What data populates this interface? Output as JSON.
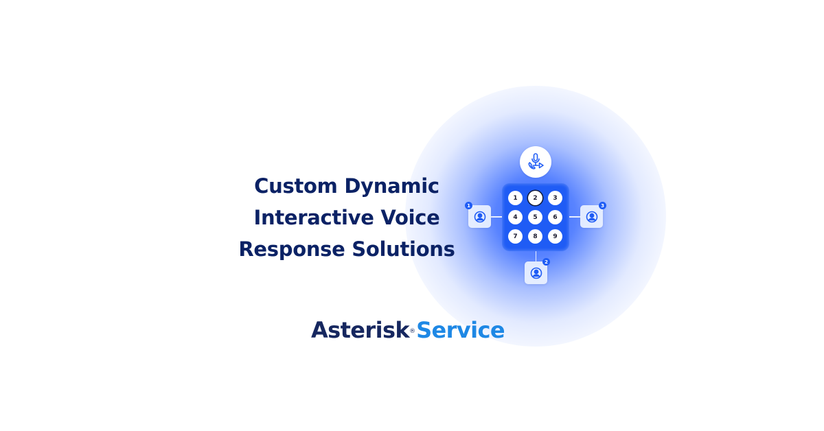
{
  "headline": {
    "lines": [
      "Custom Dynamic",
      "Interactive Voice",
      "Response Solutions"
    ],
    "color": "#0b2265"
  },
  "logo": {
    "part1": "Asterisk",
    "registered": "®",
    "part2": "Service",
    "colors": {
      "part1": "#16275f",
      "part2": "#1e88e5"
    }
  },
  "illustration": {
    "top_icon": "microphone-phone-play-icon",
    "keypad": {
      "keys": [
        "1",
        "2",
        "3",
        "4",
        "5",
        "6",
        "7",
        "8",
        "9"
      ],
      "active_key": "2",
      "color": "#1f5cf5"
    },
    "nodes": [
      {
        "position": "left",
        "badge": "1",
        "icon": "user-icon"
      },
      {
        "position": "bottom",
        "badge": "2",
        "icon": "user-icon"
      },
      {
        "position": "right",
        "badge": "3",
        "icon": "user-icon"
      }
    ]
  }
}
